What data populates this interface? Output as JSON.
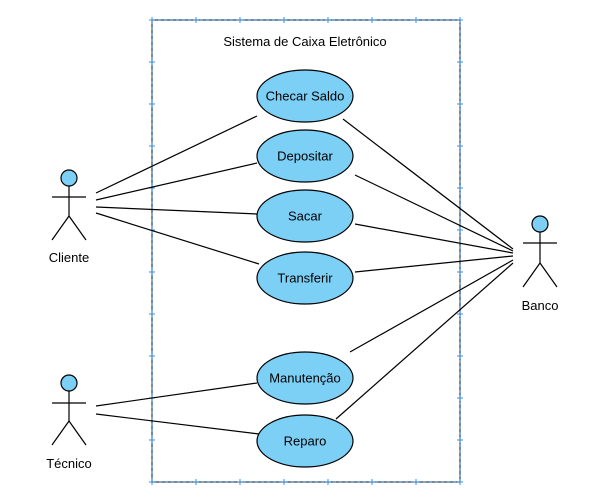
{
  "system": {
    "title": "Sistema de Caixa Eletrônico"
  },
  "actors": {
    "cliente": "Cliente",
    "tecnico": "Técnico",
    "banco": "Banco"
  },
  "use_cases": {
    "checar_saldo": "Checar Saldo",
    "depositar": "Depositar",
    "sacar": "Sacar",
    "transferir": "Transferir",
    "manutencao": "Manutenção",
    "reparo": "Reparo"
  },
  "colors": {
    "use_case_fill": "#7ccff5",
    "actor_head_fill": "#7ccff5",
    "system_border": "#1f3b5a",
    "selection_marker": "#3d8fd8"
  }
}
